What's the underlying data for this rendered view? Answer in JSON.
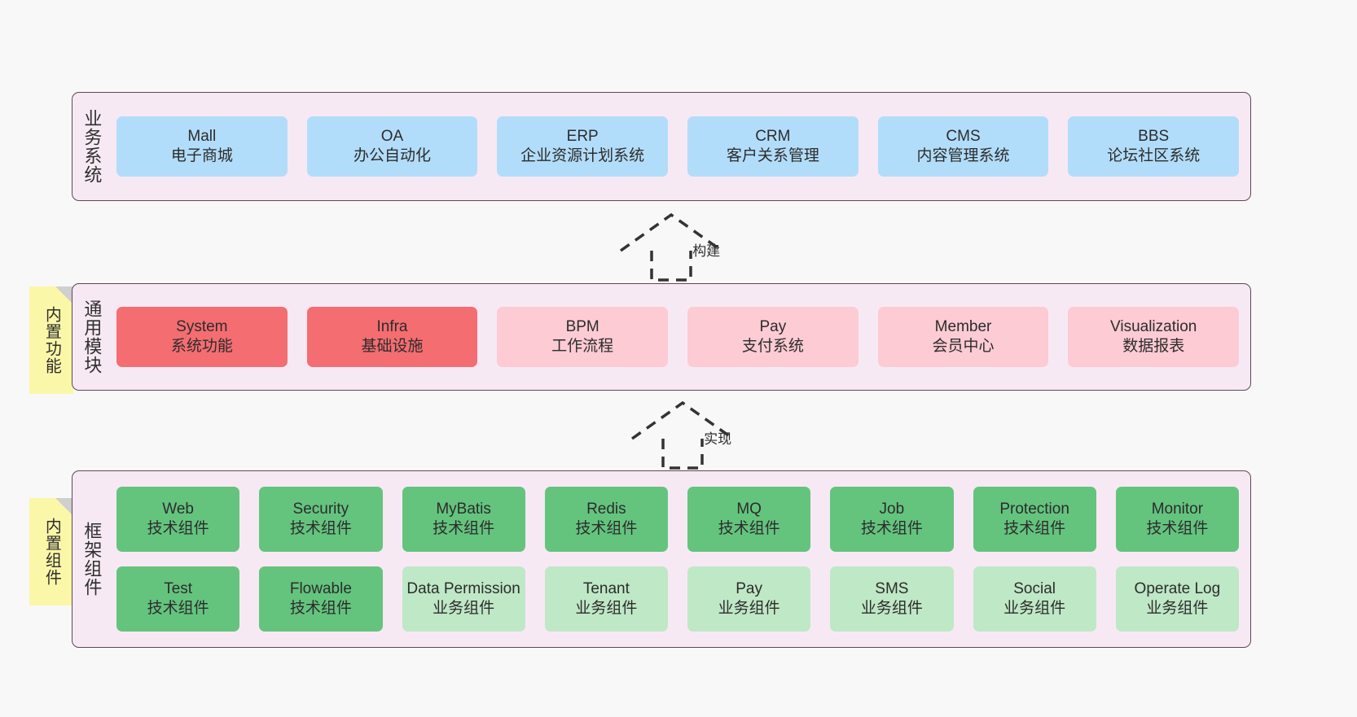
{
  "diagram": {
    "background_color": "#f8f8f8",
    "layer_fill": "#f7e9f4",
    "layer_border": "#5b4a55",
    "sticky_color": "#fbf7a8",
    "colors": {
      "blue": "#b2ddfa",
      "red": "#f46d70",
      "pink": "#fccbd3",
      "green": "#64c47e",
      "light_green": "#bfe8c6"
    }
  },
  "layers": [
    {
      "id": "business",
      "label": "业务系统",
      "rows": [
        [
          {
            "title": "Mall",
            "sub": "电子商城",
            "color": "blue"
          },
          {
            "title": "OA",
            "sub": "办公自动化",
            "color": "blue"
          },
          {
            "title": "ERP",
            "sub": "企业资源计划系统",
            "color": "blue"
          },
          {
            "title": "CRM",
            "sub": "客户关系管理",
            "color": "blue"
          },
          {
            "title": "CMS",
            "sub": "内容管理系统",
            "color": "blue"
          },
          {
            "title": "BBS",
            "sub": "论坛社区系统",
            "color": "blue"
          }
        ]
      ]
    },
    {
      "id": "common",
      "label": "通用模块",
      "sticky": "内置功能",
      "rows": [
        [
          {
            "title": "System",
            "sub": "系统功能",
            "color": "red"
          },
          {
            "title": "Infra",
            "sub": "基础设施",
            "color": "red"
          },
          {
            "title": "BPM",
            "sub": "工作流程",
            "color": "pink"
          },
          {
            "title": "Pay",
            "sub": "支付系统",
            "color": "pink"
          },
          {
            "title": "Member",
            "sub": "会员中心",
            "color": "pink"
          },
          {
            "title": "Visualization",
            "sub": "数据报表",
            "color": "pink"
          }
        ]
      ]
    },
    {
      "id": "framework",
      "label": "框架组件",
      "sticky": "内置组件",
      "rows": [
        [
          {
            "title": "Web",
            "sub": "技术组件",
            "color": "green"
          },
          {
            "title": "Security",
            "sub": "技术组件",
            "color": "green"
          },
          {
            "title": "MyBatis",
            "sub": "技术组件",
            "color": "green"
          },
          {
            "title": "Redis",
            "sub": "技术组件",
            "color": "green"
          },
          {
            "title": "MQ",
            "sub": "技术组件",
            "color": "green"
          },
          {
            "title": "Job",
            "sub": "技术组件",
            "color": "green"
          },
          {
            "title": "Protection",
            "sub": "技术组件",
            "color": "green"
          },
          {
            "title": "Monitor",
            "sub": "技术组件",
            "color": "green"
          }
        ],
        [
          {
            "title": "Test",
            "sub": "技术组件",
            "color": "green"
          },
          {
            "title": "Flowable",
            "sub": "技术组件",
            "color": "green"
          },
          {
            "title": "Data Permission",
            "sub": "业务组件",
            "color": "light_green"
          },
          {
            "title": "Tenant",
            "sub": "业务组件",
            "color": "light_green"
          },
          {
            "title": "Pay",
            "sub": "业务组件",
            "color": "light_green"
          },
          {
            "title": "SMS",
            "sub": "业务组件",
            "color": "light_green"
          },
          {
            "title": "Social",
            "sub": "业务组件",
            "color": "light_green"
          },
          {
            "title": "Operate Log",
            "sub": "业务组件",
            "color": "light_green"
          }
        ]
      ]
    }
  ],
  "connectors": [
    {
      "id": "build",
      "label": "构建",
      "from": "common",
      "to": "business",
      "style": "dashed-generalization"
    },
    {
      "id": "impl",
      "label": "实现",
      "from": "framework",
      "to": "common",
      "style": "dashed-generalization"
    }
  ]
}
